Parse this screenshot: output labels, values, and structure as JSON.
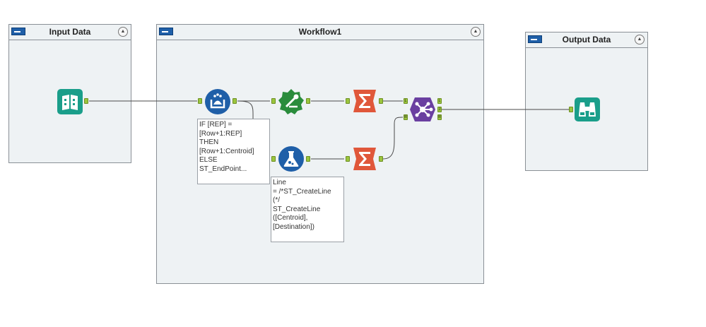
{
  "containers": {
    "input": {
      "title": "Input Data"
    },
    "workflow": {
      "title": "Workflow1"
    },
    "output": {
      "title": "Output Data"
    }
  },
  "collapse_glyph": "▲",
  "annotations": {
    "formula": "IF [REP] =\n[Row+1:REP]\nTHEN\n[Row+1:Centroid]\nELSE\nST_EndPoint...",
    "spatial": "Line\n= /*ST_CreateLine\n(*/\nST_CreateLine\n([Centroid],\n[Destination])"
  },
  "join_anchor_labels": {
    "in_left": "L",
    "in_right": "R",
    "out_left": "L",
    "out_join": "J",
    "out_right": "R"
  },
  "colors": {
    "io_teal": "#1a9e8a",
    "prep_blue": "#1f5fa8",
    "spatial_green": "#2a8c3c",
    "transform_orange": "#e0573a",
    "join_purple": "#6a3fa0",
    "anchor_green": "#9bc53d"
  },
  "icons": {
    "input": "book-icon",
    "output": "binoculars-icon",
    "multirow": "multi-row-formula-icon",
    "spatial": "create-points-icon",
    "formula": "flask-formula-icon",
    "summarize": "sigma-icon",
    "join": "join-icon"
  }
}
